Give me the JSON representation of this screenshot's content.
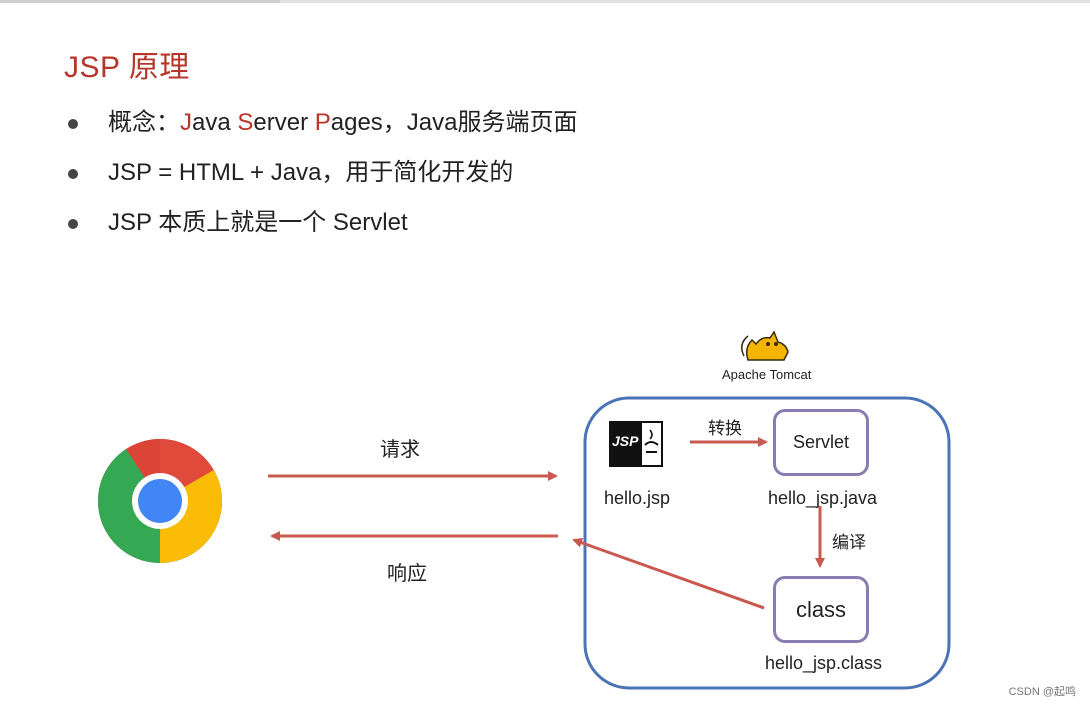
{
  "slide": {
    "title": "JSP 原理",
    "bullets": {
      "b1": {
        "prefix": "概念：",
        "j1": "J",
        "j2": "ava ",
        "s1": "S",
        "s2": "erver ",
        "p1": "P",
        "p2": "ages，Java服务端页面"
      },
      "b2": "JSP = HTML + Java，用于简化开发的",
      "b3": "JSP 本质上就是一个 Servlet"
    }
  },
  "diagram": {
    "request_label": "请求",
    "response_label": "响应",
    "server_name": "Apache Tomcat",
    "jsp_icon_text": "JSP",
    "jsp_file": "hello.jsp",
    "convert_label": "转换",
    "servlet_box": "Servlet",
    "servlet_file": "hello_jsp.java",
    "compile_label": "编译",
    "class_box": "class",
    "class_file": "hello_jsp.class"
  },
  "colors": {
    "title_red": "#b8352a",
    "arrow_red": "#c9584e",
    "server_border": "#4a74b6",
    "box_border": "#8a7bb0"
  },
  "icons": [
    "chrome-browser-icon",
    "tomcat-logo-icon",
    "jsp-file-icon"
  ],
  "watermark": "CSDN @起鸣"
}
